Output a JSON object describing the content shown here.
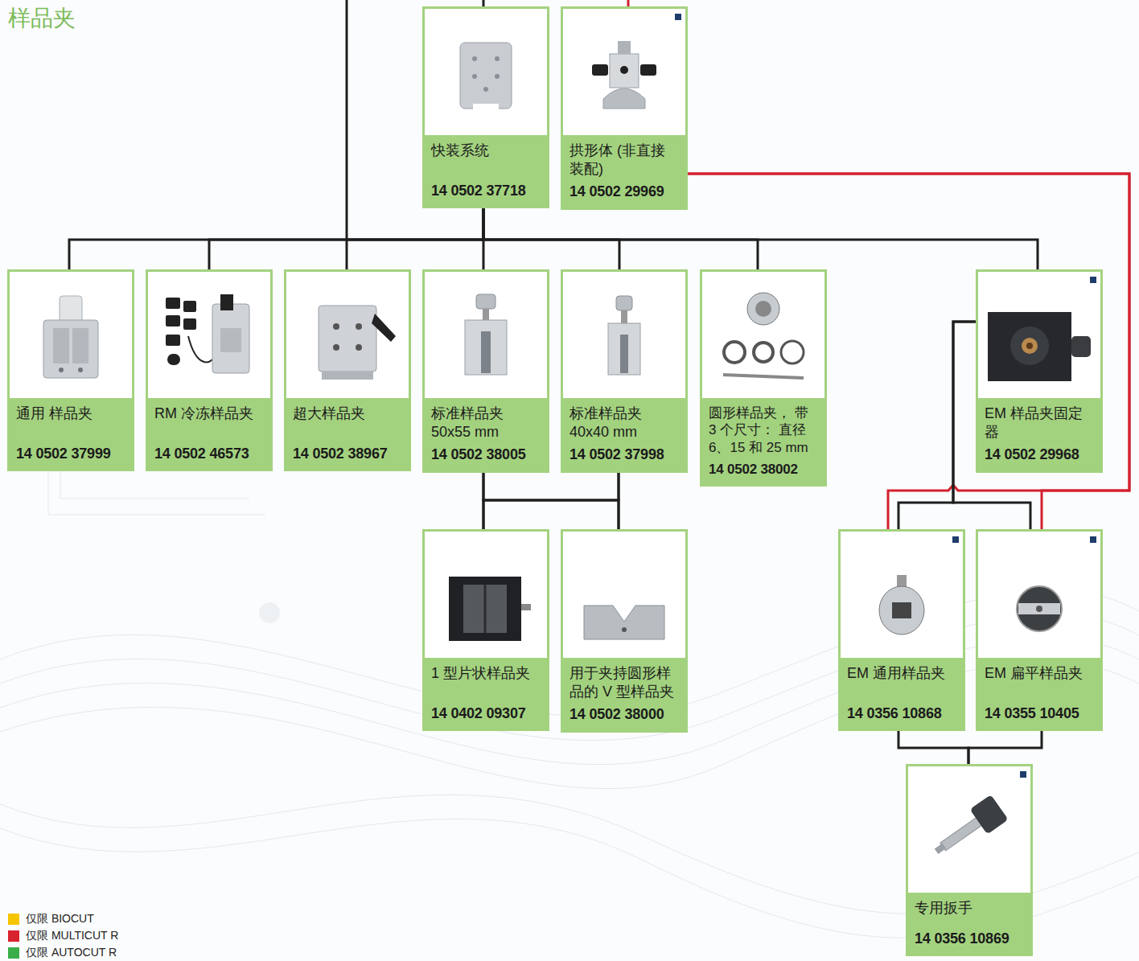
{
  "diagram": {
    "title": "样品夹",
    "nodes": [
      {
        "text": [
          "快装系统",
          "14 0502 37718"
        ]
      },
      {
        "text": [
          "拱形体 (非直接装配)",
          "14 0502 29969"
        ]
      },
      {
        "text": [
          "通用 样品夹",
          "14 0502 37999"
        ]
      },
      {
        "text": [
          "RM 冷冻样品夹",
          "14 0502 46573"
        ]
      },
      {
        "text": [
          "超大样品夹",
          "14 0502 38967"
        ]
      },
      {
        "text": [
          "标准样品夹 50x55 mm",
          "14 0502 38005"
        ]
      },
      {
        "text": [
          "标准样品夹 40x40 mm",
          "14 0502 37998"
        ]
      },
      {
        "text": [
          "圆形样品夹， 带 3 个尺寸： 直径 6、15 和 25 mm",
          "14 0502 38002"
        ]
      },
      {
        "text": [
          "EM 样品夹固定器",
          "14 0502 29968"
        ]
      },
      {
        "text": [
          "1 型片状样品夹",
          "14 0402 09307"
        ]
      },
      {
        "text": [
          "用于夹持圆形样 品的 V 型样品夹",
          "14 0502 38000"
        ]
      },
      {
        "text": [
          "EM 通用样品夹",
          "14 0356 10868"
        ]
      },
      {
        "text": [
          "EM 扁平样品夹",
          "14 0355 10405"
        ]
      },
      {
        "text": [
          "专用扳手",
          "14 0356 10869"
        ]
      }
    ],
    "edges": [
      {
        "from": 0,
        "to": 2,
        "arrow": "none"
      },
      {
        "from": 0,
        "to": 3,
        "arrow": "none"
      },
      {
        "from": 0,
        "to": 4,
        "arrow": "none"
      },
      {
        "from": 0,
        "to": 5,
        "arrow": "none"
      },
      {
        "from": 0,
        "to": 6,
        "arrow": "none"
      },
      {
        "from": 0,
        "to": 7,
        "arrow": "none"
      },
      {
        "from": 0,
        "to": 8,
        "arrow": "none"
      },
      {
        "from": 1,
        "to": 11,
        "arrow": "none"
      },
      {
        "from": 1,
        "to": 12,
        "arrow": "none"
      },
      {
        "from": 8,
        "to": 11,
        "arrow": "none"
      },
      {
        "from": 8,
        "to": 12,
        "arrow": "none"
      },
      {
        "from": 5,
        "to": 9,
        "arrow": "none"
      },
      {
        "from": 5,
        "to": 10,
        "arrow": "none"
      },
      {
        "from": 6,
        "to": 9,
        "arrow": "none"
      },
      {
        "from": 6,
        "to": 10,
        "arrow": "none"
      },
      {
        "from": 11,
        "to": 13,
        "arrow": "none"
      },
      {
        "from": 12,
        "to": 13,
        "arrow": "none"
      }
    ],
    "legend": [
      {
        "text": "仅限 BIOCUT",
        "color": "#f7c400"
      },
      {
        "text": "仅限 MULTICUT R",
        "color": "#d9232e"
      },
      {
        "text": "仅限 AUTOCUT R",
        "color": "#3aae49"
      }
    ]
  }
}
